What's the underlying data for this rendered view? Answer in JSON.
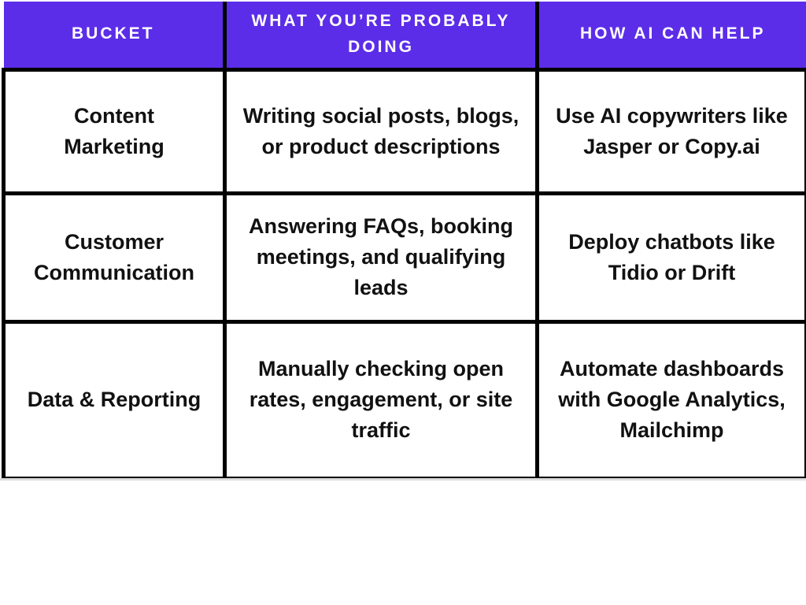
{
  "theme": {
    "header_bg": "#5C2DE8",
    "header_text": "#ffffff",
    "border": "#000000",
    "body_text": "#111111",
    "page_bg": "#ffffff"
  },
  "chart_data": {
    "type": "table",
    "title": "",
    "columns": [
      "BUCKET",
      "WHAT YOU’RE PROBABLY DOING",
      "HOW AI CAN HELP"
    ],
    "rows": [
      [
        "Content Marketing",
        "Writing social posts, blogs, or product descriptions",
        "Use AI copywriters like Jasper or Copy.ai"
      ],
      [
        "Customer Communication",
        "Answering FAQs, booking meetings, and qualifying leads",
        "Deploy chatbots like Tidio or Drift"
      ],
      [
        "Data & Reporting",
        "Manually checking open rates, engagement, or site traffic",
        "Automate dashboards with Google Analytics, Mailchimp"
      ]
    ]
  }
}
